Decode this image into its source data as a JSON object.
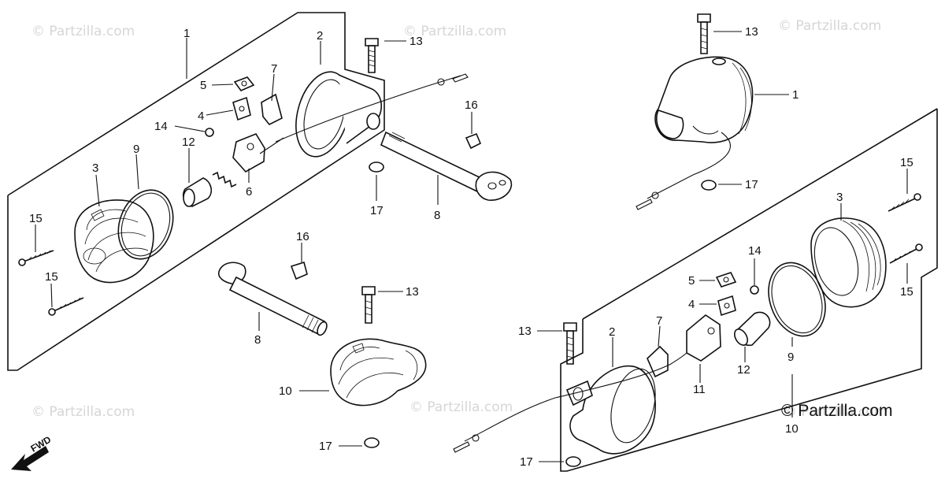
{
  "watermarks": [
    "© Partzilla.com",
    "© Partzilla.com",
    "© Partzilla.com",
    "© Partzilla.com",
    "© Partzilla.com",
    "© Partzilla.com"
  ],
  "brand_mark": "© Partzilla.com",
  "fwd_label": "FWD",
  "callouts": {
    "tl_1": "1",
    "tl_2": "2",
    "tl_3": "3",
    "tl_4": "4",
    "tl_5": "5",
    "tl_6": "6",
    "tl_7": "7",
    "tl_9": "9",
    "tl_12": "12",
    "tl_13": "13",
    "tl_14": "14",
    "tl_15a": "15",
    "tl_15b": "15",
    "tl_16": "16",
    "tl_17": "17",
    "tl_8": "8",
    "tr_13": "13",
    "tr_1": "1",
    "tr_17": "17",
    "ml_16": "16",
    "ml_8": "8",
    "ml_13": "13",
    "ml_10": "10",
    "ml_17": "17",
    "br_15a": "15",
    "br_15b": "15",
    "br_3": "3",
    "br_14": "14",
    "br_5": "5",
    "br_4": "4",
    "br_7": "7",
    "br_2": "2",
    "br_13": "13",
    "br_12": "12",
    "br_9": "9",
    "br_11": "11",
    "br_10": "10",
    "br_17": "17"
  }
}
